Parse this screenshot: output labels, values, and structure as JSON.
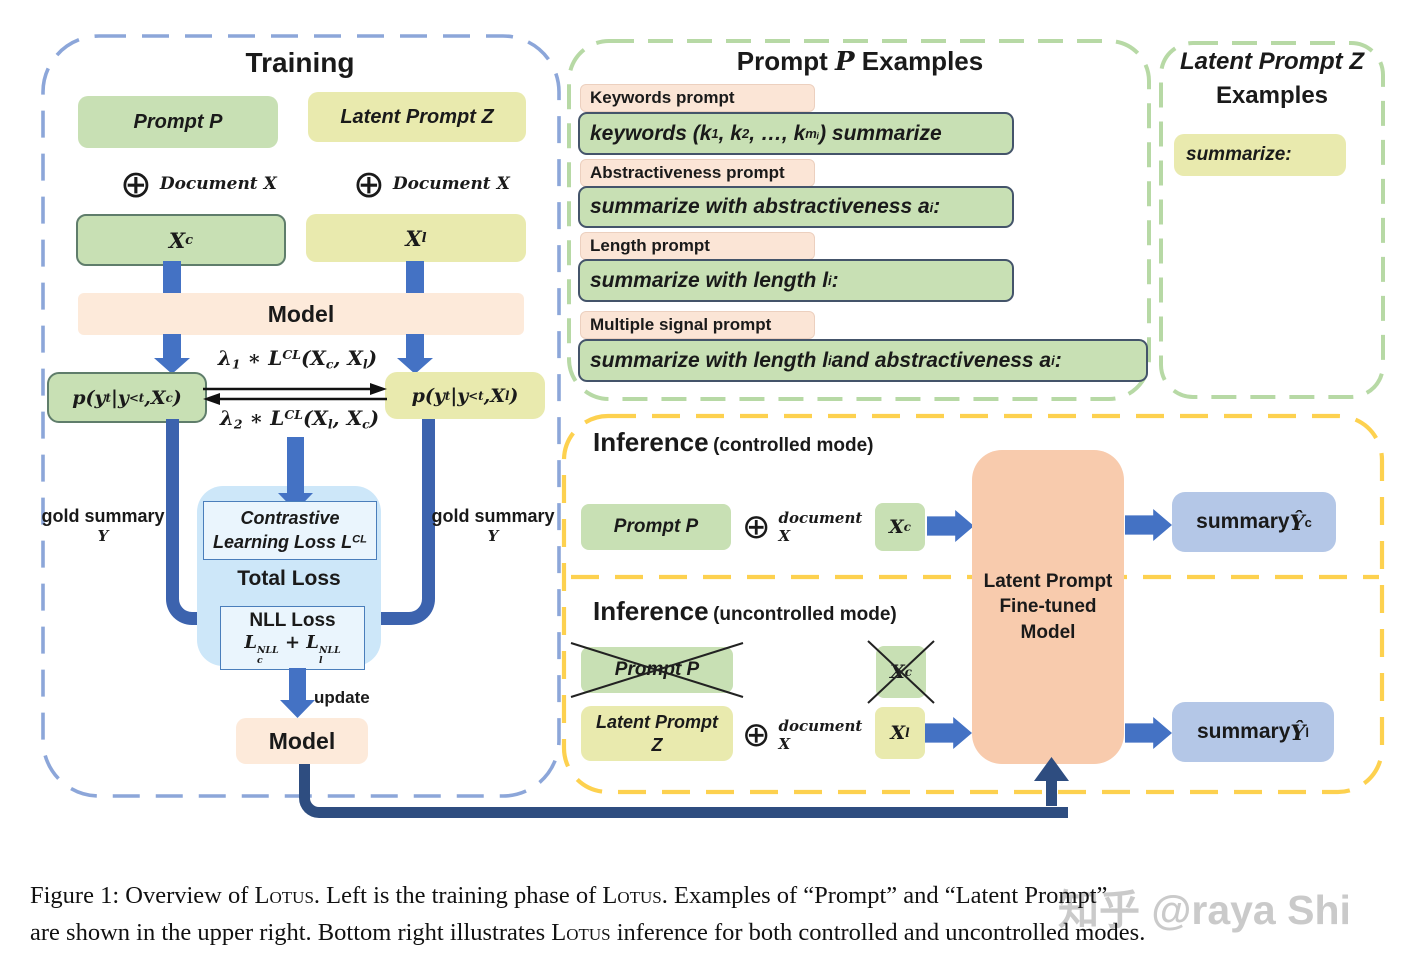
{
  "colors": {
    "green_box": "#c8e0b4",
    "khaki_box": "#e9eaae",
    "peach_box": "#fdeada",
    "tab_peach": "#fbe5d6",
    "orange_box": "#f8cbad",
    "light_blue_panel": "#cde7f9",
    "inner_blue_box": "#eaf5fd",
    "summary_blue": "#b4c7e7",
    "arrow_blue": "#4472c4",
    "connector_blue": "#3c63ae",
    "dark_navy": "#2e4d80",
    "dashed_blue": "#8ca6d9",
    "dashed_green": "#b7d9a5",
    "dashed_yellow": "#fdd14f"
  },
  "training": {
    "title": "Training",
    "prompt_p": "Prompt P",
    "latent_prompt_z": "Latent Prompt Z",
    "oplus": "⊕",
    "document_x": "Document X",
    "xc": [
      {
        "t": "X"
      },
      {
        "sub": "c"
      }
    ],
    "xl": [
      {
        "t": "X"
      },
      {
        "sub": "l"
      }
    ],
    "model": "Model",
    "p_left": [
      {
        "t": "p(y"
      },
      {
        "sub": "t"
      },
      {
        "t": "|y"
      },
      {
        "sub": "<t"
      },
      {
        "t": " ,X"
      },
      {
        "sub": "c"
      },
      {
        "t": ")"
      }
    ],
    "p_right": [
      {
        "t": "p(y"
      },
      {
        "sub": "t"
      },
      {
        "t": "|y"
      },
      {
        "sub": "<t"
      },
      {
        "t": " ,X"
      },
      {
        "sub": "l"
      },
      {
        "t": ")"
      }
    ],
    "lambda_top": [
      {
        "t": "λ"
      },
      {
        "sub": "1"
      },
      {
        "t": " ∗ L"
      },
      {
        "sup": "CL"
      },
      {
        "t": "(X"
      },
      {
        "sub": "c"
      },
      {
        "t": ", X"
      },
      {
        "sub": "l"
      },
      {
        "t": ")"
      }
    ],
    "lambda_bottom": [
      {
        "t": "λ"
      },
      {
        "sub": "2"
      },
      {
        "t": " ∗ L"
      },
      {
        "sup": "CL"
      },
      {
        "t": "(X"
      },
      {
        "sub": "l"
      },
      {
        "t": ", X"
      },
      {
        "sub": "c"
      },
      {
        "t": ")"
      }
    ],
    "gold_summary": "gold summary",
    "gold_y": "Y",
    "contrastive_line1": "Contrastive",
    "contrastive_line2": [
      {
        "t": "Learning Loss L"
      },
      {
        "sup": "CL"
      }
    ],
    "total_loss": "Total Loss",
    "nll_title": "NLL Loss",
    "nll_formula": [
      {
        "t": "L"
      },
      {
        "st": [
          "NLL",
          "c"
        ]
      },
      {
        "t": " +  L"
      },
      {
        "st": [
          "NLL",
          "l"
        ]
      }
    ],
    "update": "update",
    "model_updated": "Model"
  },
  "prompt_examples": {
    "title": [
      {
        "t": "Prompt  "
      },
      {
        "i": "P"
      },
      {
        "t": " Examples"
      }
    ],
    "items": [
      {
        "tab": "Keywords prompt",
        "body": [
          {
            "t": "keywords (k"
          },
          {
            "sub": "1"
          },
          {
            "t": ", k"
          },
          {
            "sub": "2"
          },
          {
            "t": ", …, k"
          },
          {
            "sub": "mᵢ"
          },
          {
            "t": ") summarize"
          }
        ]
      },
      {
        "tab": "Abstractiveness prompt",
        "body": [
          {
            "t": "summarize with abstractiveness a"
          },
          {
            "sub": "i"
          },
          {
            "t": ":"
          }
        ]
      },
      {
        "tab": "Length prompt",
        "body": [
          {
            "t": "summarize with length l"
          },
          {
            "sub": "i"
          },
          {
            "t": ":"
          }
        ]
      },
      {
        "tab": "Multiple signal prompt",
        "body": [
          {
            "t": "summarize with length l"
          },
          {
            "sub": "i"
          },
          {
            "t": " and abstractiveness a"
          },
          {
            "sub": "i"
          },
          {
            "t": " :"
          }
        ]
      }
    ]
  },
  "latent_examples": {
    "title_line1": "Latent Prompt Z",
    "title_line2": "Examples",
    "example": "summarize:"
  },
  "inference": {
    "model": [
      "Latent Prompt",
      "Fine-tuned",
      "Model"
    ],
    "controlled": {
      "title": "Inference",
      "mode": "(controlled  mode)",
      "prompt": "Prompt P",
      "oplus": "⊕",
      "document_x": "document X",
      "x": [
        {
          "t": "X"
        },
        {
          "sub": "c"
        }
      ],
      "summary": [
        {
          "t": "summary "
        },
        {
          "i": "Ŷ"
        },
        {
          "sub": "c"
        }
      ]
    },
    "uncontrolled": {
      "title": "Inference",
      "mode": "(uncontrolled  mode)",
      "crossed_prompt": "Prompt P",
      "crossed_x": [
        {
          "t": "X"
        },
        {
          "sub": "c"
        }
      ],
      "latent_line1": "Latent Prompt",
      "latent_line2": "Z",
      "oplus": "⊕",
      "document_x": "document X",
      "x": [
        {
          "t": "X"
        },
        {
          "sub": "l"
        }
      ],
      "summary": [
        {
          "t": "summary "
        },
        {
          "i": "Ŷ"
        },
        {
          "sub": "l"
        }
      ]
    }
  },
  "caption": {
    "line1": [
      {
        "t": "Figure 1: Overview of "
      },
      {
        "sc": "Lotus"
      },
      {
        "t": ". Left is the training phase of "
      },
      {
        "sc": "Lotus"
      },
      {
        "t": ". Examples of “Prompt” and “Latent Prompt”"
      }
    ],
    "line2": [
      {
        "t": "are shown in the upper right. Bottom right illustrates "
      },
      {
        "sc": "Lotus"
      },
      {
        "t": " inference for both controlled and uncontrolled modes."
      }
    ]
  },
  "watermark": "知乎 @raya Shi"
}
